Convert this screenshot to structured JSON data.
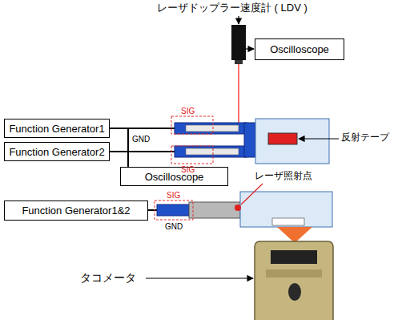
{
  "diagram": {
    "nodes": [
      {
        "text": [
          "Oscilloscope"
        ]
      },
      {
        "text": [
          "Function Generator1"
        ]
      },
      {
        "text": [
          "Function Generator2"
        ]
      },
      {
        "text": [
          "Oscilloscope"
        ]
      },
      {
        "text": [
          "Function Generator1&2"
        ]
      }
    ],
    "edges": [
      {
        "from": 1,
        "to": 3,
        "arrow": "none"
      },
      {
        "from": 2,
        "to": 3,
        "arrow": "none"
      }
    ],
    "labels": [
      "レーザドップラー速度計 ( LDV )",
      "SIG",
      "GND",
      "SIG",
      "反射テープ",
      "レーザ照射点",
      "SIG",
      "GND",
      "タコメータ"
    ]
  }
}
